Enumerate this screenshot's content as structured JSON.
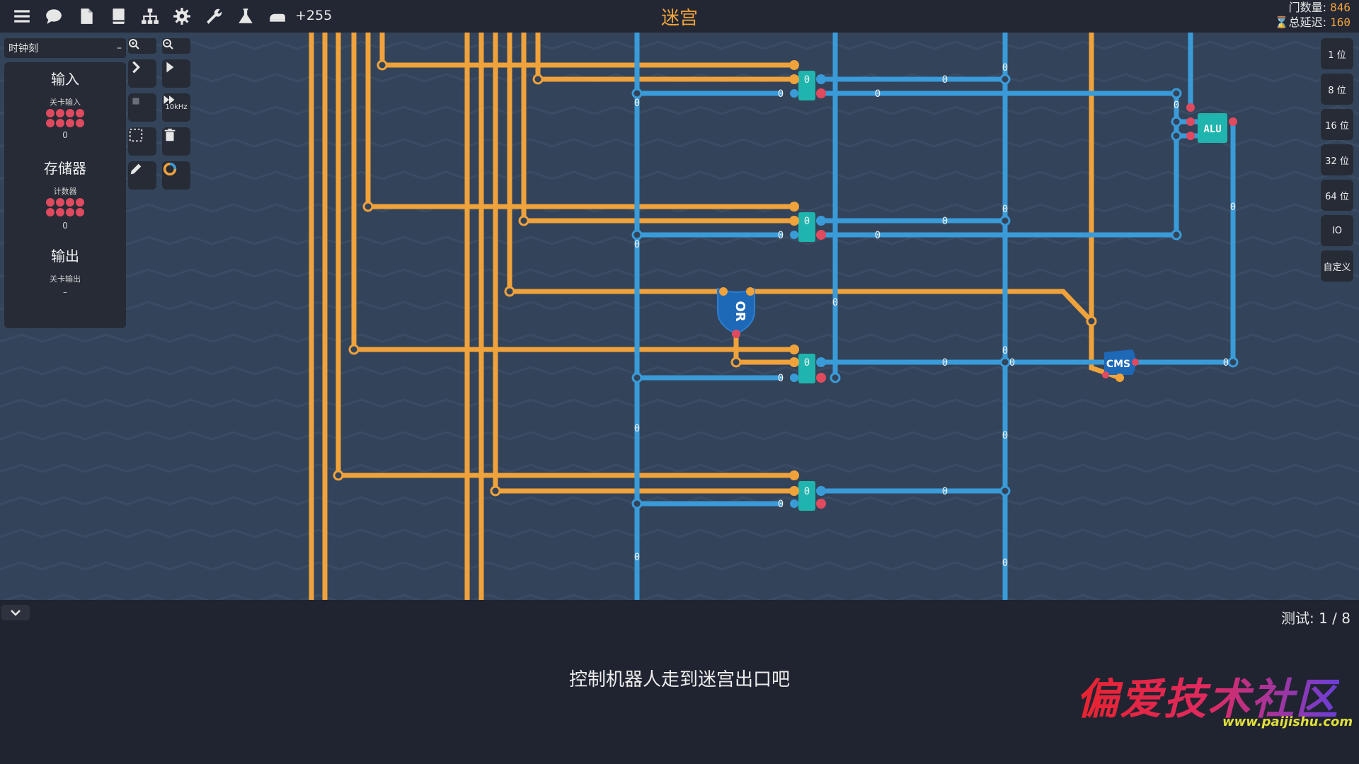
{
  "header": {
    "title": "迷宫",
    "score": "+255",
    "gate_count_label": "门数量:",
    "gate_count": "846",
    "total_delay_label": "总延迟:",
    "total_delay": "160",
    "icons": [
      "menu-icon",
      "chat-icon",
      "file-icon",
      "book-icon",
      "hierarchy-icon",
      "gear-icon",
      "wrench-icon",
      "flask-icon",
      "bed-icon"
    ]
  },
  "left_panel": {
    "clock_select": "时钟刻",
    "clock_collapse": "–",
    "input_heading": "输入",
    "level_input_label": "关卡输入",
    "level_input_value": "0",
    "storage_heading": "存储器",
    "counter_label": "计数器",
    "counter_value": "0",
    "output_heading": "输出",
    "level_output_label": "关卡输出",
    "level_output_value": "–"
  },
  "tools": {
    "speed_label": "10kHz"
  },
  "right_bar": {
    "buttons": [
      "1 位",
      "8 位",
      "16 位",
      "32 位",
      "64 位",
      "IO",
      "自定义"
    ]
  },
  "circuit": {
    "wire_value": "0",
    "or_gate_label": "OR",
    "alu_label": "ALU",
    "cmp_label": "CMS",
    "orange_color": "#f0a23b",
    "blue_color": "#3a9bd9",
    "teal_color": "#1fb5ae",
    "red_pin": "#e04a5f"
  },
  "bottom": {
    "test_label": "测试:",
    "test_progress": "1 / 8",
    "message": "控制机器人走到迷宫出口吧"
  },
  "watermark": {
    "text": "偏爱技术社区",
    "url": "www.paijishu.com"
  }
}
